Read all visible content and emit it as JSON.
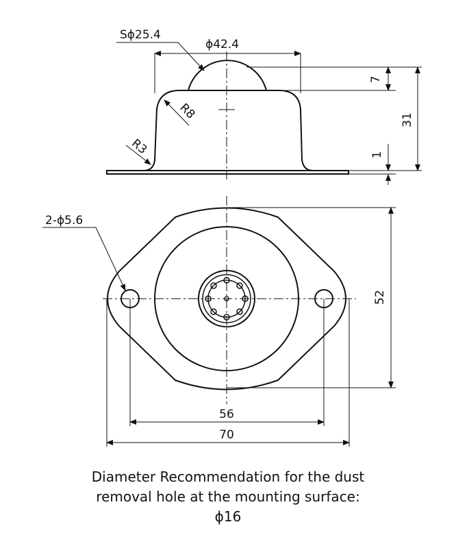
{
  "dimensions": {
    "sphere_radius": "Sϕ25.4",
    "body_diameter": "ϕ42.4",
    "ball_protrusion": "7",
    "total_height": "31",
    "flange_thickness": "1",
    "radius_r8": "R8",
    "radius_r3": "R3",
    "mounting_holes": "2-ϕ5.6",
    "flange_width": "52",
    "hole_pitch": "56",
    "flange_length": "70"
  },
  "caption": {
    "line1": "Diameter Recommendation for the dust",
    "line2": "removal hole at the mounting surface:",
    "line3": "ϕ16"
  }
}
